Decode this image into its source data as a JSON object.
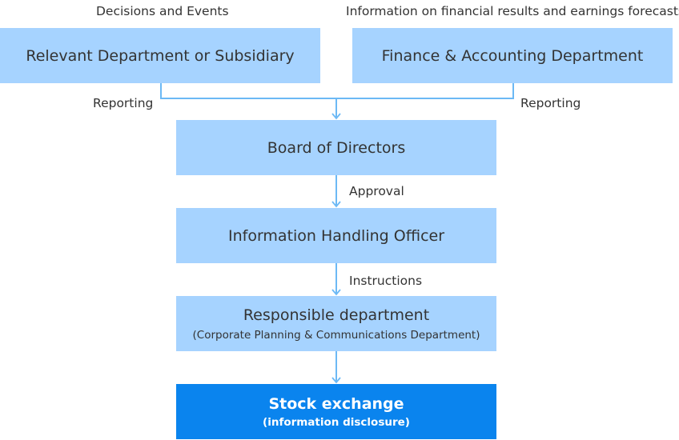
{
  "captions": {
    "left": "Decisions and Events",
    "right": "Information on financial results and earnings forecasts"
  },
  "nodes": {
    "relevant_department": {
      "label": "Relevant Department or Subsidiary"
    },
    "finance_accounting": {
      "label": "Finance & Accounting Department"
    },
    "board_of_directors": {
      "label": "Board of Directors"
    },
    "info_handling_officer": {
      "label": "Information Handling Officer"
    },
    "responsible_department": {
      "label": "Responsible department",
      "sublabel": "(Corporate Planning & Communications Department)"
    },
    "stock_exchange": {
      "label": "Stock exchange",
      "sublabel": "(information disclosure)"
    }
  },
  "edges": {
    "reporting_left": "Reporting",
    "reporting_right": "Reporting",
    "approval": "Approval",
    "instructions": "Instructions"
  },
  "colors": {
    "box_fill": "#a6d3ff",
    "highlight_fill": "#0a84ee",
    "connector": "#6cb9f5",
    "text": "#333333"
  }
}
